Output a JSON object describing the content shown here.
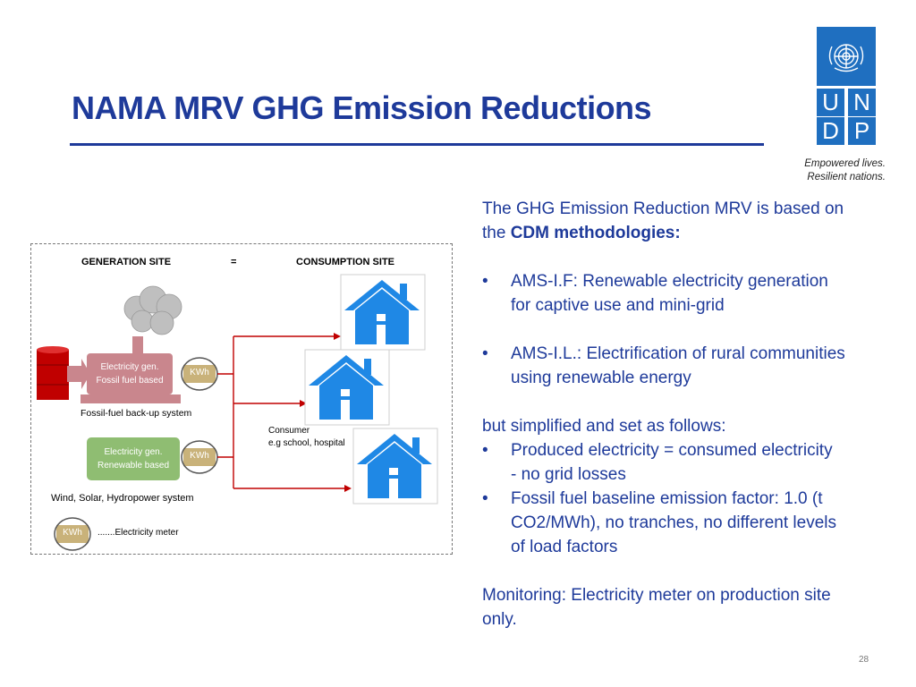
{
  "slide": {
    "title": "NAMA MRV GHG Emission Reductions",
    "page_number": "28"
  },
  "logo": {
    "letters": [
      "U",
      "N",
      "D",
      "P"
    ],
    "tagline_line1": "Empowered lives.",
    "tagline_line2": "Resilient nations.",
    "emblem_icon": "un-emblem-icon"
  },
  "content": {
    "intro_line1": "The GHG Emission Reduction MRV is  based on",
    "intro_line2_prefix": "the ",
    "intro_line2_bold": "CDM methodologies:",
    "bullet_symbol": "•",
    "methods": [
      {
        "line1": "AMS-I.F: Renewable electricity generation",
        "line2": "for captive use and mini-grid"
      },
      {
        "line1": "AMS-I.L.: Electrification of rural communities",
        "line2": "using renewable energy"
      }
    ],
    "simplified_intro": "but simplified and set as follows:",
    "simplified": [
      {
        "lines": [
          "Produced electricity = consumed electricity",
          "- no grid losses"
        ]
      },
      {
        "lines": [
          "Fossil fuel baseline emission factor: 1.0 (t",
          "CO2/MWh), no tranches, no different levels",
          "of load factors"
        ]
      }
    ],
    "monitoring_line1": "Monitoring: Electricity meter on production site",
    "monitoring_line2": "only."
  },
  "diagram": {
    "generation_site": "GENERATION SITE",
    "equals": "=",
    "consumption_site": "CONSUMPTION SITE",
    "fossil_gen_line1": "Electricity gen.",
    "fossil_gen_line2": "Fossil fuel based",
    "fossil_caption": "Fossil-fuel back-up system",
    "renewable_gen_line1": "Electricity gen.",
    "renewable_gen_line2": "Renewable based",
    "renewable_caption": "Wind, Solar, Hydropower system",
    "meter_label": "KWh",
    "legend_text": ".......Electricity meter",
    "consumer_line1": "Consumer",
    "consumer_line2": "e.g school, hospital",
    "colors": {
      "fossil_box": "#c9868d",
      "renewable_box": "#8fbd72",
      "meter_box": "#c9b27a",
      "barrel": "#c00000",
      "smoke": "#bfbfbf",
      "arrow": "#c00000",
      "house": "#1f88e5"
    }
  },
  "colors": {
    "title": "#1e3a9a",
    "undp_blue": "#1f6fc0"
  }
}
